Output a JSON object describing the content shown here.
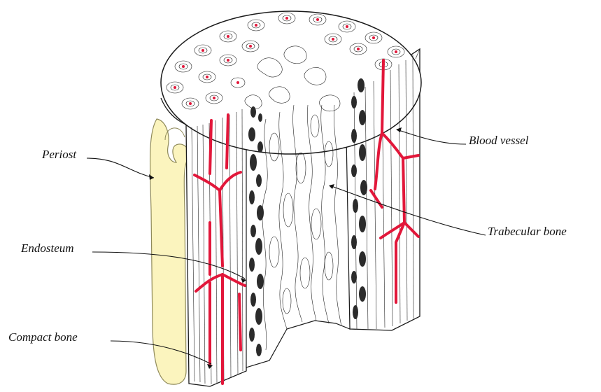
{
  "labels": {
    "periost": "Periost",
    "endosteum": "Endosteum",
    "compact_bone": "Compact bone",
    "blood_vessel": "Blood vessel",
    "trabecular_bone": "Trabecular bone"
  },
  "colors": {
    "periosteum_fill": "#fbf4be",
    "periosteum_stroke": "#8f8a5a",
    "vessel": "#e2173a",
    "marrow_cavity": "#2b2b2b",
    "outline": "#1a1a1a"
  }
}
